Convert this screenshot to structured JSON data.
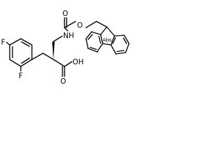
{
  "structure": {
    "atoms": {
      "fluorine_top": "F",
      "fluorine_bottom": "F",
      "carbonyl_oxygen": "O",
      "ester_oxygen": "O",
      "nitrogen": "NH",
      "acid_oxygen": "O",
      "hydroxyl": "OH"
    },
    "stereocenter_label": "Abs"
  },
  "colors": {
    "ink": "#000000",
    "background": "#ffffff"
  }
}
